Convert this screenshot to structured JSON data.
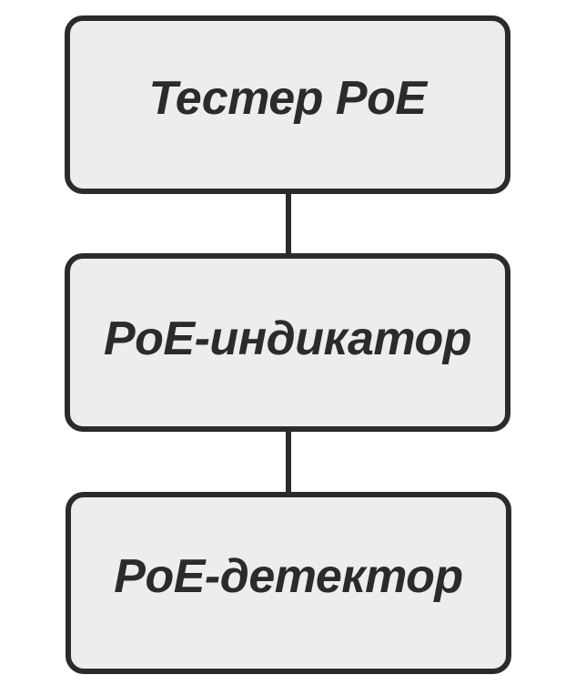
{
  "diagram": {
    "type": "flowchart-vertical",
    "background_color": "#ffffff",
    "node_fill_color": "#ECEDED",
    "node_border_color": "#2B2B2B",
    "text_color": "#2B2B2B",
    "connector_color": "#2B2B2B",
    "nodes": [
      {
        "id": "tester-poe",
        "label": "Тестер PoE",
        "order": 1
      },
      {
        "id": "poe-indicator",
        "label": "PoE-индикатор",
        "order": 2
      },
      {
        "id": "poe-detector",
        "label": "PoE-детектор",
        "order": 3
      }
    ],
    "connectors": [
      {
        "id": "tester-to-indicator",
        "from": "tester-poe",
        "to": "poe-indicator",
        "style": "straight-vertical-line"
      },
      {
        "id": "indicator-to-detector",
        "from": "poe-indicator",
        "to": "poe-detector",
        "style": "straight-vertical-line"
      }
    ]
  }
}
